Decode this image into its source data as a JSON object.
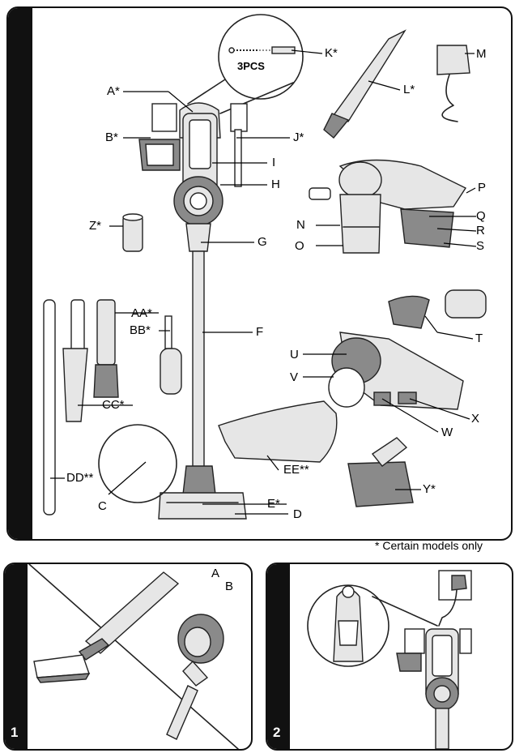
{
  "parts_panel": {
    "screw_count": "3PCS",
    "labels": {
      "A": "A*",
      "B": "B*",
      "C": "C",
      "D": "D",
      "E": "E*",
      "F": "F",
      "G": "G",
      "H": "H",
      "I": "I",
      "J": "J*",
      "K": "K*",
      "L": "L*",
      "M": "M",
      "N": "N",
      "O": "O",
      "P": "P",
      "Q": "Q",
      "R": "R",
      "S": "S",
      "T": "T",
      "U": "U",
      "V": "V",
      "W": "W",
      "X": "X",
      "Y": "Y*",
      "Z": "Z*",
      "AA": "AA*",
      "BB": "BB*",
      "CC": "CC*",
      "DD": "DD**",
      "EE": "EE**"
    }
  },
  "footnote": "* Certain models only",
  "step1": {
    "number": "1",
    "label_a": "A",
    "label_b": "B"
  },
  "step2": {
    "number": "2"
  },
  "colors": {
    "ink": "#111111",
    "part_grey": "#8a8a8a",
    "part_light": "#e6e6e6"
  }
}
